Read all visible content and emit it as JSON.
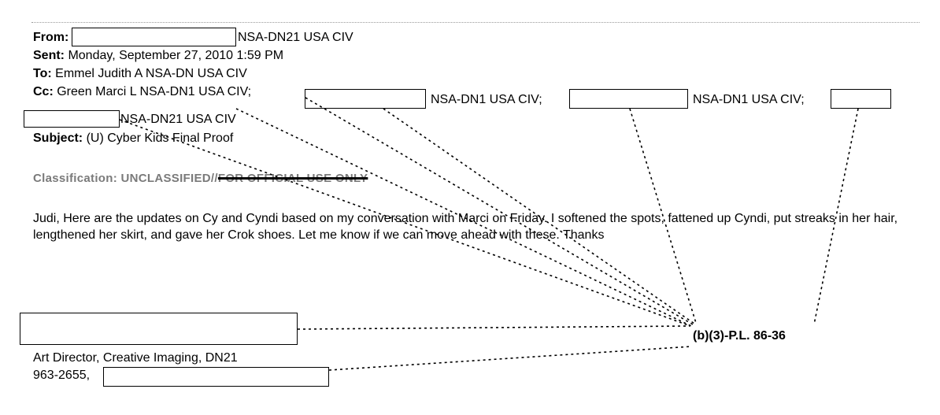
{
  "email": {
    "from_label": "From:",
    "from_value": "NSA-DN21 USA CIV",
    "sent_label": "Sent:",
    "sent_value": "Monday, September 27, 2010 1:59 PM",
    "to_label": "To:",
    "to_value": "Emmel Judith A NSA-DN USA CIV",
    "cc_label": "Cc:",
    "cc_value_1": "Green Marci L NSA-DN1 USA CIV;",
    "cc_value_2": "NSA-DN1 USA CIV;",
    "cc_value_3": "NSA-DN1  USA CIV;",
    "cc_value_4": "NSA-DN21  USA CIV",
    "subject_label": "Subject:",
    "subject_value": "(U) Cyber Kids Final Proof"
  },
  "classification": {
    "label": "Classification: UNCLASSIFIED//",
    "struck": "FOR OFFICIAL USE ONLY"
  },
  "message": {
    "body": "Judi, Here are the updates on Cy and Cyndi based on my conversation with Marci on Friday. I softened the spots, fattened up Cyndi, put streaks in her hair, lengthened her skirt, and gave her Crok shoes. Let me know if we can move ahead with these. Thanks"
  },
  "signature": {
    "title": "Art Director, Creative Imaging, DN21",
    "phone": "963-2655,"
  },
  "exemption": {
    "label": "(b)(3)-P.L. 86-36"
  }
}
